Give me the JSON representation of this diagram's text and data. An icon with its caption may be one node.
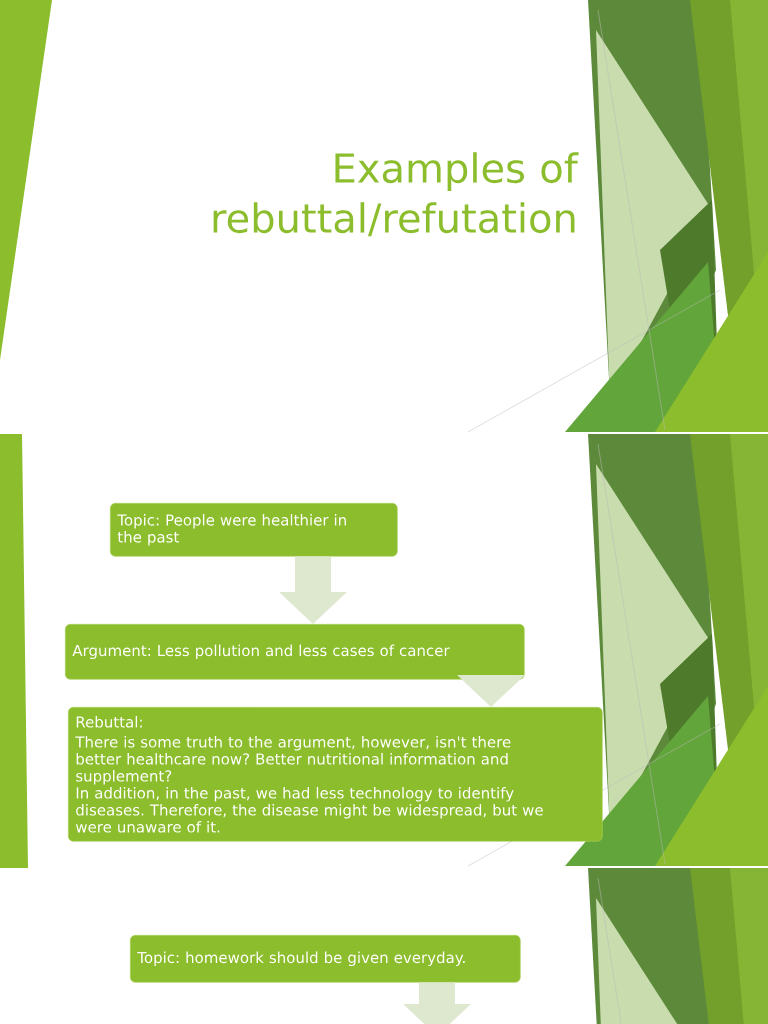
{
  "diagram": {
    "title": "Examples of rebuttal/refutation",
    "nodes": [
      {
        "text": [
          "Topic: People were healthier in the past"
        ]
      },
      {
        "text": [
          "Argument: Less pollution and less cases of cancer"
        ]
      },
      {
        "text": [
          "Rebuttal:",
          "There is some truth to the argument, however, isn't there better healthcare now? Better nutritional information and supplement?",
          "In addition, in the past, we had less technology to identify diseases. Therefore, the disease might be widespread, but we were unaware of it."
        ]
      },
      {
        "text": [
          "Topic: homework should be given everyday."
        ]
      }
    ],
    "edges": [
      {
        "from": 0,
        "to": 1,
        "arrow": "to"
      },
      {
        "from": 1,
        "to": 2,
        "arrow": "to"
      },
      {
        "from": 3,
        "to": null,
        "arrow": "to"
      }
    ]
  }
}
